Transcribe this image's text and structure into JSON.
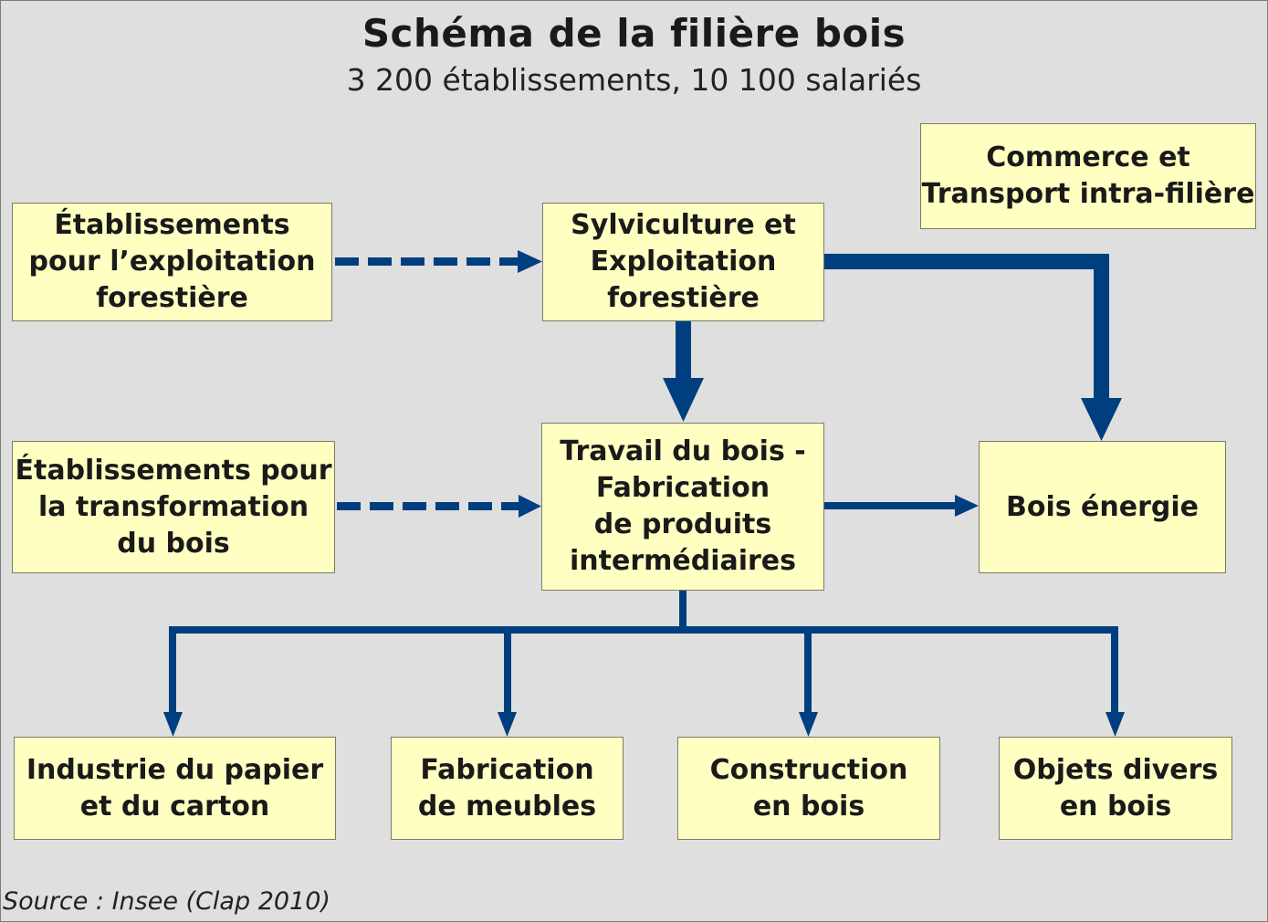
{
  "header": {
    "title": "Schéma de la filière bois",
    "subtitle": "3 200 établissements, 10 100 salariés"
  },
  "nodes": {
    "etab_exploitation": "Établissements\npour l’exploitation\nforestière",
    "sylviculture": "Sylviculture et\nExploitation\nforestière",
    "commerce": "Commerce et\nTransport intra-filière",
    "etab_transformation": "Établissements pour\nla transformation\ndu bois",
    "travail_bois": "Travail du bois -\nFabrication\nde produits\nintermédiaires",
    "bois_energie": "Bois énergie",
    "papier": "Industrie du papier\net du carton",
    "meubles": "Fabrication\nde meubles",
    "construction": "Construction\nen bois",
    "objets": "Objets divers\nen bois"
  },
  "footer": {
    "source": "Source : Insee (Clap 2010)"
  },
  "colors": {
    "arrow": "#003f7f",
    "box_fill": "#ffffc2",
    "background": "#e0e0e0"
  }
}
